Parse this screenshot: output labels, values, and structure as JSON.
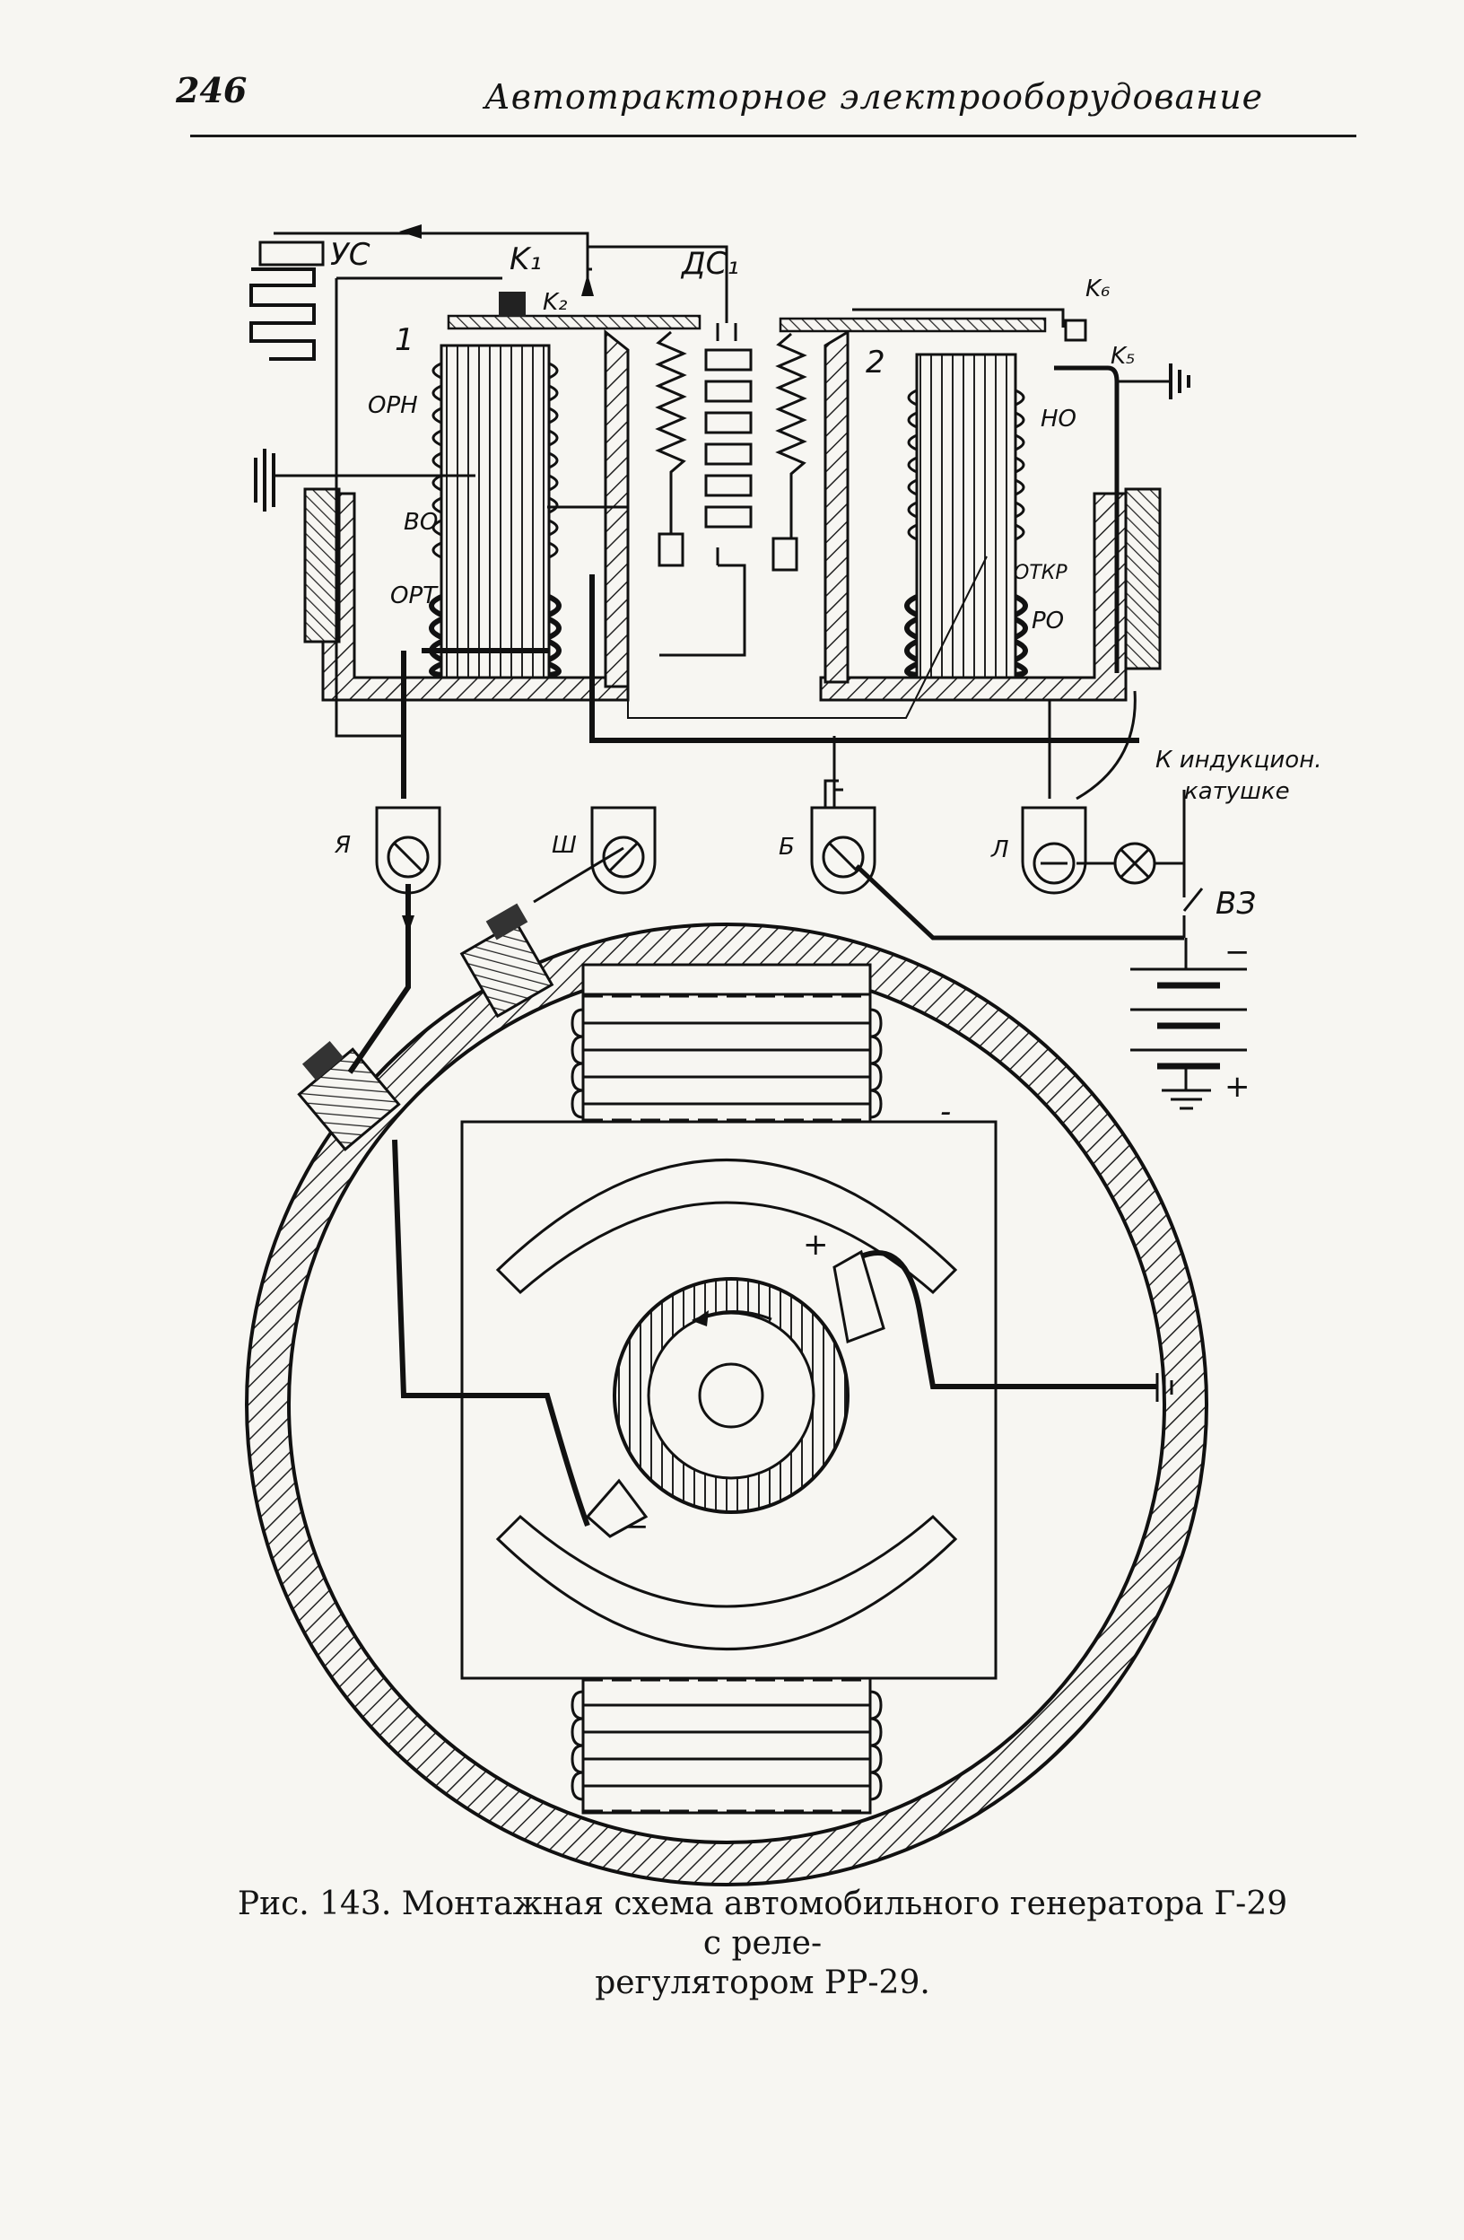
{
  "header": {
    "page_number": "246",
    "running_title": "Автотракторное электрооборудование"
  },
  "diagram": {
    "labels": {
      "us": "УС",
      "k1": "K₁",
      "k2": "K₂",
      "ds1": "ДС₁",
      "k6": "K₆",
      "k5": "K₅",
      "relay1": "1",
      "relay2": "2",
      "orn": "ОРН",
      "vo": "ВО",
      "ort": "ОРТ",
      "no": "НО",
      "otkr": "ОТКР",
      "ro": "РО",
      "ya": "Я",
      "sh": "Ш",
      "b": "Б",
      "l": "Л",
      "k_induct_1": "К индукцион.",
      "k_induct_2": "катушке",
      "vz": "ВЗ",
      "minus_batt": "−",
      "plus_batt": "+",
      "brush_plus": "+",
      "brush_minus": "−",
      "field_minus": "-"
    }
  },
  "caption": {
    "line1": "Рис. 143. Монтажная схема автомобильного генератора Г-29 с реле-",
    "line2": "регулятором РР-29."
  }
}
